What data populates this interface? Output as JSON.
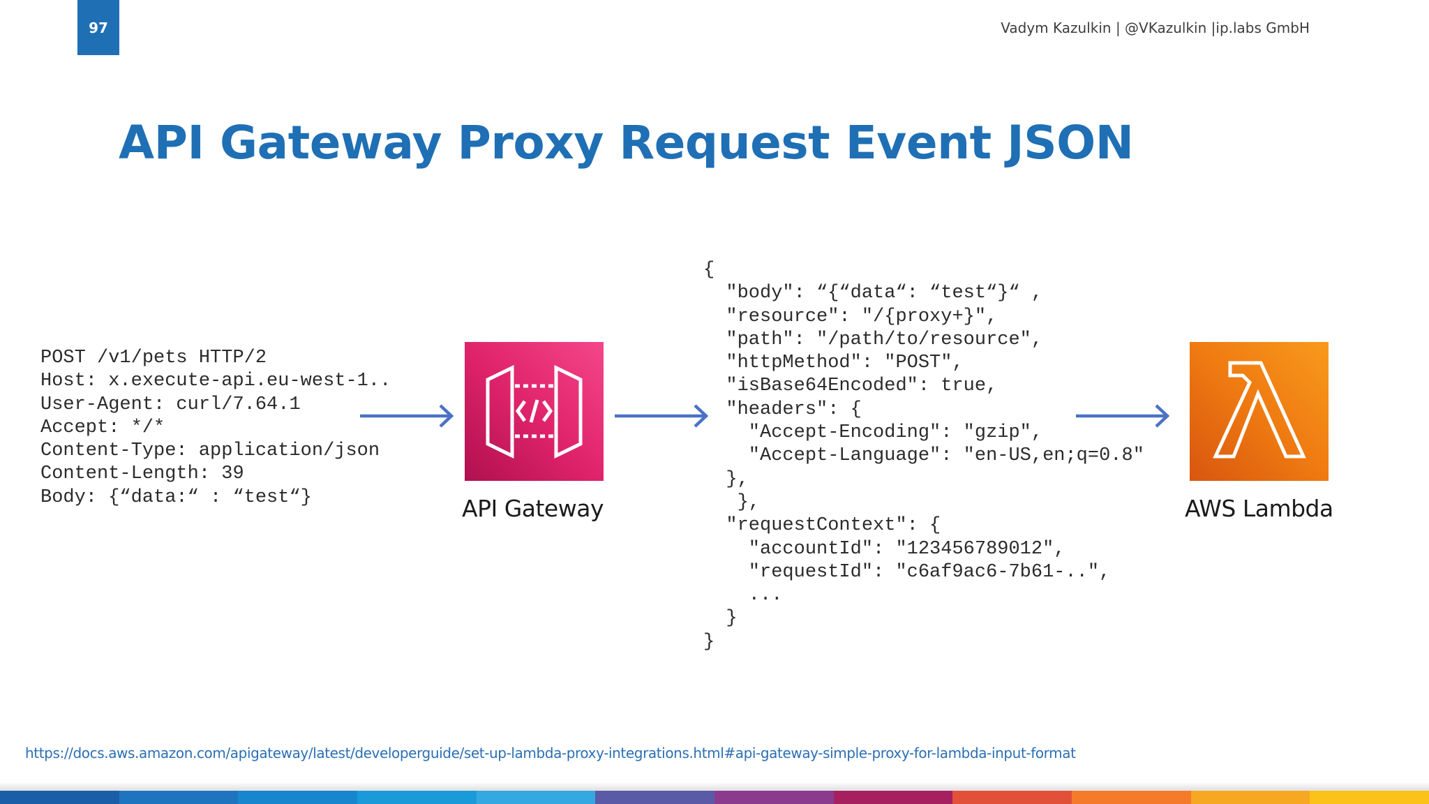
{
  "slide": {
    "number": "97",
    "author": "Vadym Kazulkin | @VKazulkin |ip.labs GmbH",
    "title": "API Gateway Proxy Request Event JSON"
  },
  "http_request": {
    "lines": [
      "POST /v1/pets HTTP/2",
      "Host: x.execute-api.eu-west-1..",
      "User-Agent: curl/7.64.1",
      "Accept: */*",
      "Content-Type: application/json",
      "Content-Length: 39",
      "Body: {“data:“ : “test“}"
    ]
  },
  "json_event": {
    "lines": [
      "{",
      "  \"body\": “{“data“: “test“}“ ,",
      "  \"resource\": \"/{proxy+}\",",
      "  \"path\": \"/path/to/resource\",",
      "  \"httpMethod\": \"POST\",",
      "  \"isBase64Encoded\": true,",
      "  \"headers\": {",
      "    \"Accept-Encoding\": \"gzip\",",
      "    \"Accept-Language\": \"en-US,en;q=0.8\"",
      "  },",
      "   },",
      "  \"requestContext\": {",
      "    \"accountId\": \"123456789012\",",
      "    \"requestId\": \"c6af9ac6-7b61-..\",",
      "    ...",
      "  }",
      "}"
    ]
  },
  "services": {
    "gateway_label": "API Gateway",
    "lambda_label": "AWS Lambda"
  },
  "footer": {
    "source_url": "https://docs.aws.amazon.com/apigateway/latest/developerguide/set-up-lambda-proxy-integrations.html#api-gateway-simple-proxy-for-lambda-input-format",
    "stripe_colors": [
      "#1b5ea8",
      "#1f74bf",
      "#1786cf",
      "#1a9ad9",
      "#34a8e0",
      "#5a5aa6",
      "#8a3b8e",
      "#a6205f",
      "#e2503a",
      "#f57b2a",
      "#f7a823",
      "#fbc21a"
    ]
  },
  "colors": {
    "accent": "#1f6fb5",
    "arrow": "#4a72c4",
    "gateway": "#e0246c",
    "lambda": "#ef7a11"
  },
  "icons": {
    "gateway": "api-gateway-icon",
    "lambda": "lambda-icon",
    "arrow": "arrow-right-icon"
  }
}
